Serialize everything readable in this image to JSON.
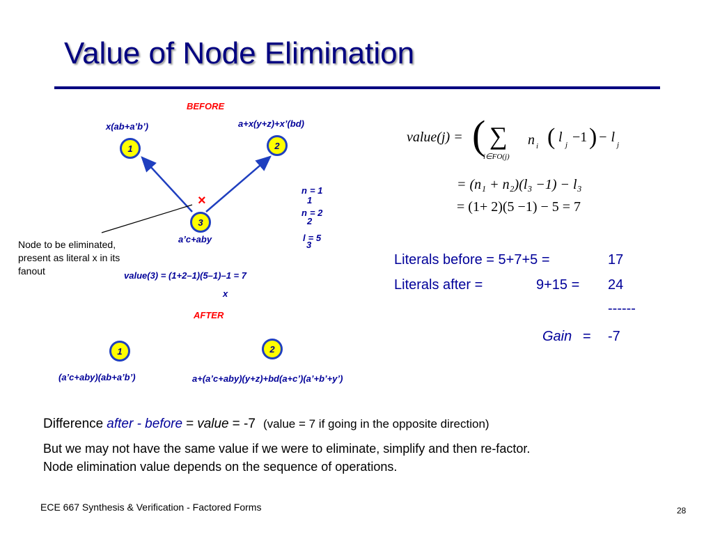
{
  "slide": {
    "title": "Value of Node Elimination",
    "footer": "ECE 667 Synthesis & Verification - Factored Forms",
    "page_number": "28"
  },
  "diagram": {
    "before_label": "BEFORE",
    "after_label": "AFTER",
    "before": {
      "node1": {
        "id": "1",
        "expr": "x(ab+a’b’)"
      },
      "node2": {
        "id": "2",
        "expr": "a+x(y+z)+x’(bd)"
      },
      "node3": {
        "id": "3",
        "expr": "a’c+aby"
      },
      "cross_mark": "×"
    },
    "params": {
      "n1": {
        "sym": "n",
        "sub": "1",
        "val": "= 1"
      },
      "n2": {
        "sym": "n",
        "sub": "2",
        "val": "= 2"
      },
      "l3": {
        "sym": "l",
        "sub": "3",
        "val": "= 5"
      }
    },
    "annotation": "Node to be eliminated, present as literal x in its fanout",
    "value_line": "value(3) = (1+2–1)(5–1)–1 = 7",
    "value_x": "x",
    "after": {
      "node1": {
        "id": "1",
        "expr": "(a’c+aby)(ab+a’b’)"
      },
      "node2": {
        "id": "2",
        "expr": "a+(a’c+aby)(y+z)+bd(a+c’)(a’+b’+y’)"
      }
    },
    "colors": {
      "node_fill": "#ffff00",
      "node_border": "#1f3fbf",
      "edge": "#1f3fbf",
      "label_red": "#ff0000",
      "label_blue": "#000099"
    }
  },
  "formula": {
    "lhs": "value(j) =",
    "sum_sub": "i∈FO(j)",
    "term": "n",
    "term_sub": "i",
    "mid": "l",
    "mid_sub": "j",
    "tail": "−1",
    "minus_l": "− l",
    "line2": "= (n₁ + n₂)(l₃ −1) − l₃",
    "line3": "= (1+ 2)(5 −1) − 5 = 7"
  },
  "literals": {
    "before_label": "Literals before = 5+7+5 =",
    "before_value": "17",
    "after_label": "Literals after =",
    "after_expr": "9+15 =",
    "after_value": "24",
    "dashes": "------",
    "gain_label": "Gain",
    "gain_eq": "=",
    "gain_value": "-7"
  },
  "body": {
    "diff_prefix": "Difference",
    "diff_expr": "after - before",
    "diff_eq1": "=",
    "diff_value": "value",
    "diff_eq2": "= -7",
    "diff_note": "(value = 7 if going in the opposite direction)",
    "line2": "But we may not have the same value if we were to eliminate, simplify and then re-factor.",
    "line3": "Node elimination value depends on the sequence of operations."
  }
}
